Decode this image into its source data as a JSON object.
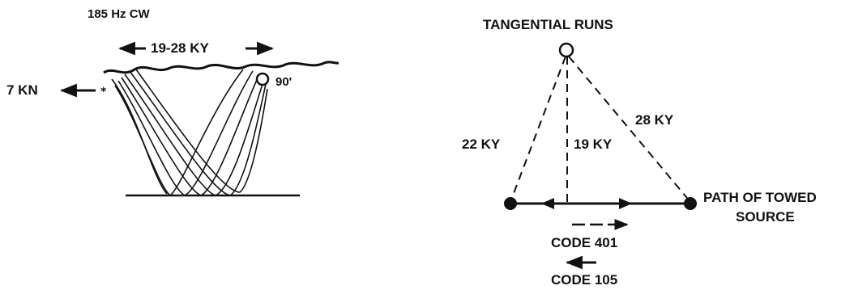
{
  "left_panel": {
    "signal_label": "185 Hz CW",
    "range_label": "19-28 KY",
    "speed_label": "7 KN",
    "depth_label": "90'"
  },
  "right_panel": {
    "title": "TANGENTIAL RUNS",
    "left_leg_label": "22 KY",
    "center_leg_label": "19 KY",
    "right_leg_label": "28 KY",
    "path_label_line1": "PATH OF TOWED",
    "path_label_line2": "SOURCE",
    "code_a_label": "CODE 401",
    "code_b_label": "CODE 105"
  },
  "colors": {
    "ink": "#111111",
    "background": "#ffffff"
  }
}
